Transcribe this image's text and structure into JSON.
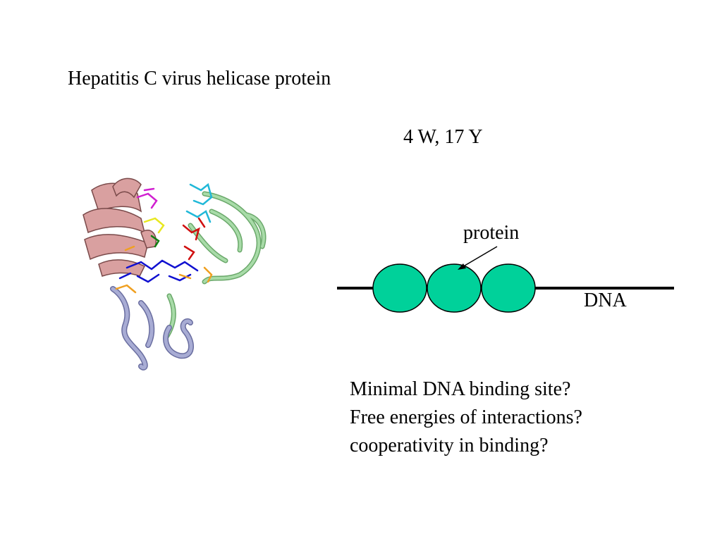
{
  "slide": {
    "title": "Hepatitis C virus helicase protein",
    "residue_counts": "4 W, 17 Y",
    "protein_label": "protein",
    "dna_label": "DNA",
    "questions": [
      "Minimal DNA binding site?",
      "Free energies of interactions?",
      "cooperativity in binding?"
    ]
  },
  "colors": {
    "protein_fill": "#00d19a",
    "dna_line": "#000000",
    "domain_pink": "#d9a0a0",
    "domain_green": "#a8dba8",
    "domain_lavender": "#a8acd4",
    "residue_blue": "#1010d0",
    "residue_cyan": "#20b8d8",
    "residue_magenta": "#d020d0",
    "residue_yellow": "#e8e820",
    "residue_red": "#d01010",
    "residue_orange": "#f0a020",
    "residue_darkgreen": "#108010"
  }
}
